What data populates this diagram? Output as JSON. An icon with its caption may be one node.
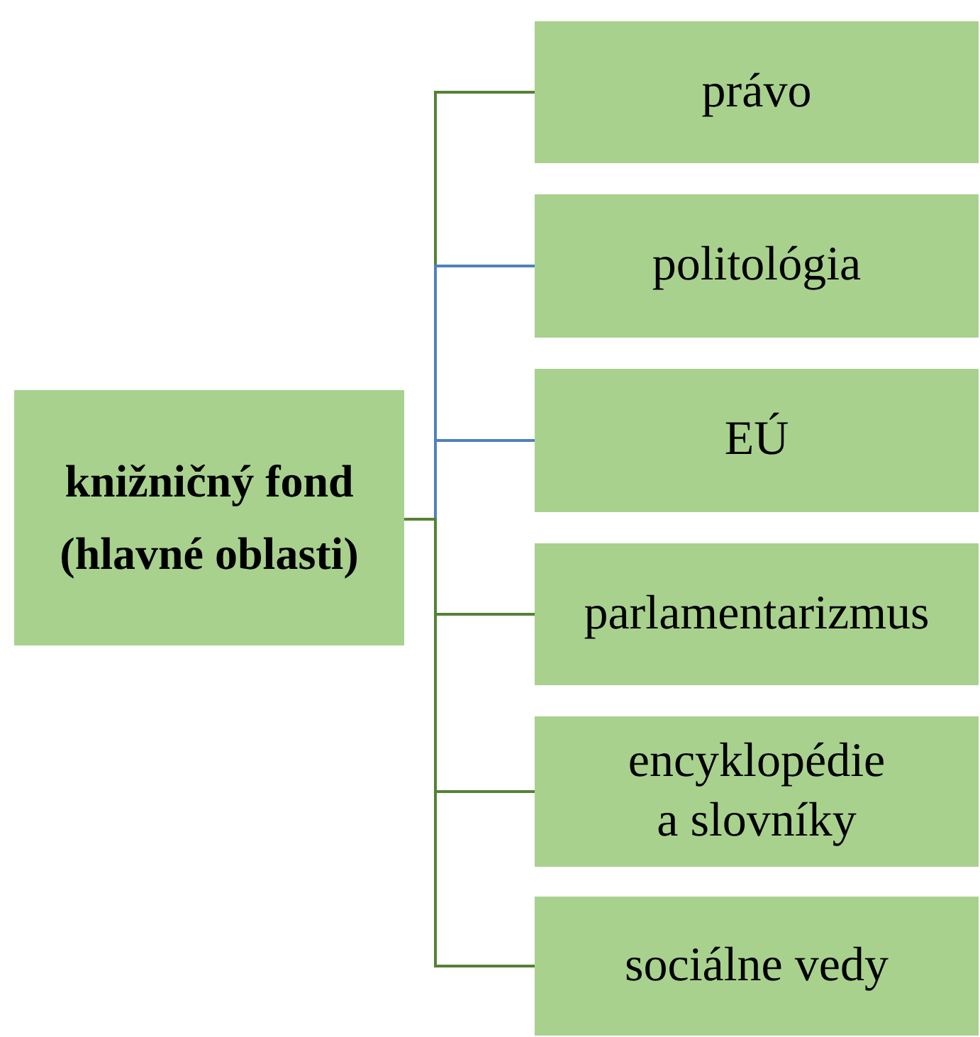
{
  "diagram": {
    "nodes": [
      {
        "text": [
          "knižničný fond (hlavné oblasti)"
        ]
      },
      {
        "text": [
          "právo"
        ]
      },
      {
        "text": [
          "politológia"
        ]
      },
      {
        "text": [
          "EÚ"
        ]
      },
      {
        "text": [
          "parlamentarizmus"
        ]
      },
      {
        "text": [
          "encyklopédie a slovníky"
        ]
      },
      {
        "text": [
          "sociálne vedy"
        ]
      }
    ],
    "edges": [
      {
        "from": 0,
        "to": 1,
        "arrow": "none"
      },
      {
        "from": 0,
        "to": 2,
        "arrow": "none",
        "color": "#4f81bd"
      },
      {
        "from": 0,
        "to": 3,
        "arrow": "none",
        "color": "#4f81bd"
      },
      {
        "from": 0,
        "to": 4,
        "arrow": "none"
      },
      {
        "from": 0,
        "to": 5,
        "arrow": "none"
      },
      {
        "from": 0,
        "to": 6,
        "arrow": "none"
      }
    ]
  }
}
